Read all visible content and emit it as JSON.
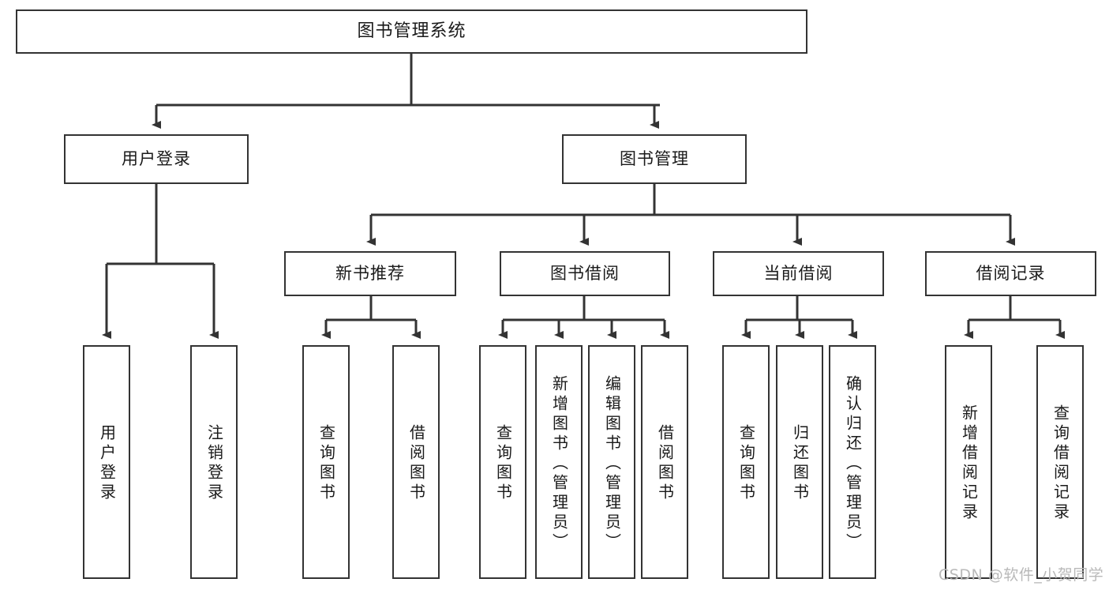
{
  "diagram": {
    "title": "图书管理系统",
    "type": "tree",
    "root": {
      "label": "图书管理系统"
    },
    "level2": [
      {
        "label": "用户登录"
      },
      {
        "label": "图书管理"
      }
    ],
    "level3": [
      {
        "label": "新书推荐"
      },
      {
        "label": "图书借阅"
      },
      {
        "label": "当前借阅"
      },
      {
        "label": "借阅记录"
      }
    ],
    "leaves": {
      "user_login": [
        {
          "label": "用户登录"
        },
        {
          "label": "注销登录"
        }
      ],
      "new_book_recommend": [
        {
          "label": "查询图书"
        },
        {
          "label": "借阅图书"
        }
      ],
      "book_borrow": [
        {
          "label": "查询图书"
        },
        {
          "label": "新增图书（管理员）"
        },
        {
          "label": "编辑图书（管理员）"
        },
        {
          "label": "借阅图书"
        }
      ],
      "current_borrow": [
        {
          "label": "查询图书"
        },
        {
          "label": "归还图书"
        },
        {
          "label": "确认归还（管理员）"
        }
      ],
      "borrow_record": [
        {
          "label": "新增借阅记录"
        },
        {
          "label": "查询借阅记录"
        }
      ]
    }
  },
  "watermark": {
    "text": "CSDN @软件_小贺同学"
  },
  "colors": {
    "box_border": "#333333",
    "box_fill": "#ffffff",
    "text": "#1a1a1a",
    "wire": "#333333",
    "watermark": "#b9b9b9"
  }
}
